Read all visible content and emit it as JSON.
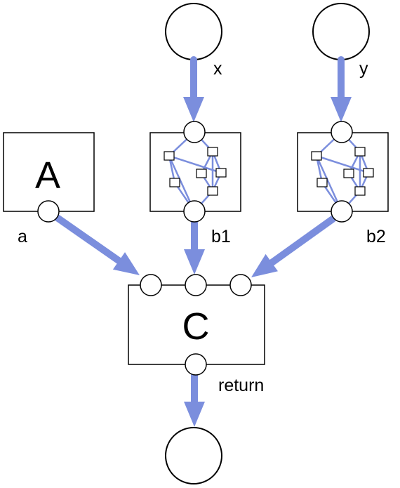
{
  "colors": {
    "edge": "#7B8EDD",
    "stroke": "#000000",
    "fill": "#ffffff"
  },
  "boxes": {
    "a": {
      "title": "A"
    },
    "c": {
      "title": "C"
    }
  },
  "labels": {
    "x": "x",
    "y": "y",
    "a": "a",
    "b1": "b1",
    "b2": "b2",
    "return": "return"
  }
}
